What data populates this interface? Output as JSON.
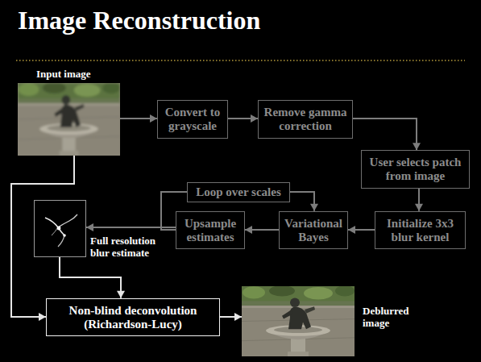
{
  "diagram": {
    "title": "Image Reconstruction",
    "nodes": [
      {
        "text": [
          "Input image"
        ]
      },
      {
        "text": [
          "Convert to grayscale"
        ]
      },
      {
        "text": [
          "Remove gamma correction"
        ]
      },
      {
        "text": [
          "User selects patch from image"
        ]
      },
      {
        "text": [
          "Initialize 3x3 blur kernel"
        ]
      },
      {
        "text": [
          "Variational Bayes"
        ]
      },
      {
        "text": [
          "Upsample estimates"
        ]
      },
      {
        "text": [
          "Loop over scales"
        ]
      },
      {
        "text": [
          "Full resolution blur estimate"
        ]
      },
      {
        "text": [
          "Non-blind deconvolution (Richardson-Lucy)"
        ]
      },
      {
        "text": [
          "Deblurred image"
        ]
      }
    ],
    "edges": [
      {
        "from": 0,
        "to": 1,
        "arrow": "to"
      },
      {
        "from": 1,
        "to": 2,
        "arrow": "to"
      },
      {
        "from": 2,
        "to": 3,
        "arrow": "to"
      },
      {
        "from": 3,
        "to": 4,
        "arrow": "to"
      },
      {
        "from": 4,
        "to": 5,
        "arrow": "to"
      },
      {
        "from": 5,
        "to": 6,
        "arrow": "to"
      },
      {
        "from": 6,
        "to": 8,
        "arrow": "to"
      },
      {
        "from": 6,
        "to": 7,
        "arrow": "none"
      },
      {
        "from": 7,
        "to": 5,
        "arrow": "to"
      },
      {
        "from": 0,
        "to": 9,
        "arrow": "to"
      },
      {
        "from": 8,
        "to": 9,
        "arrow": "to"
      },
      {
        "from": 9,
        "to": 10,
        "arrow": "to"
      }
    ]
  }
}
